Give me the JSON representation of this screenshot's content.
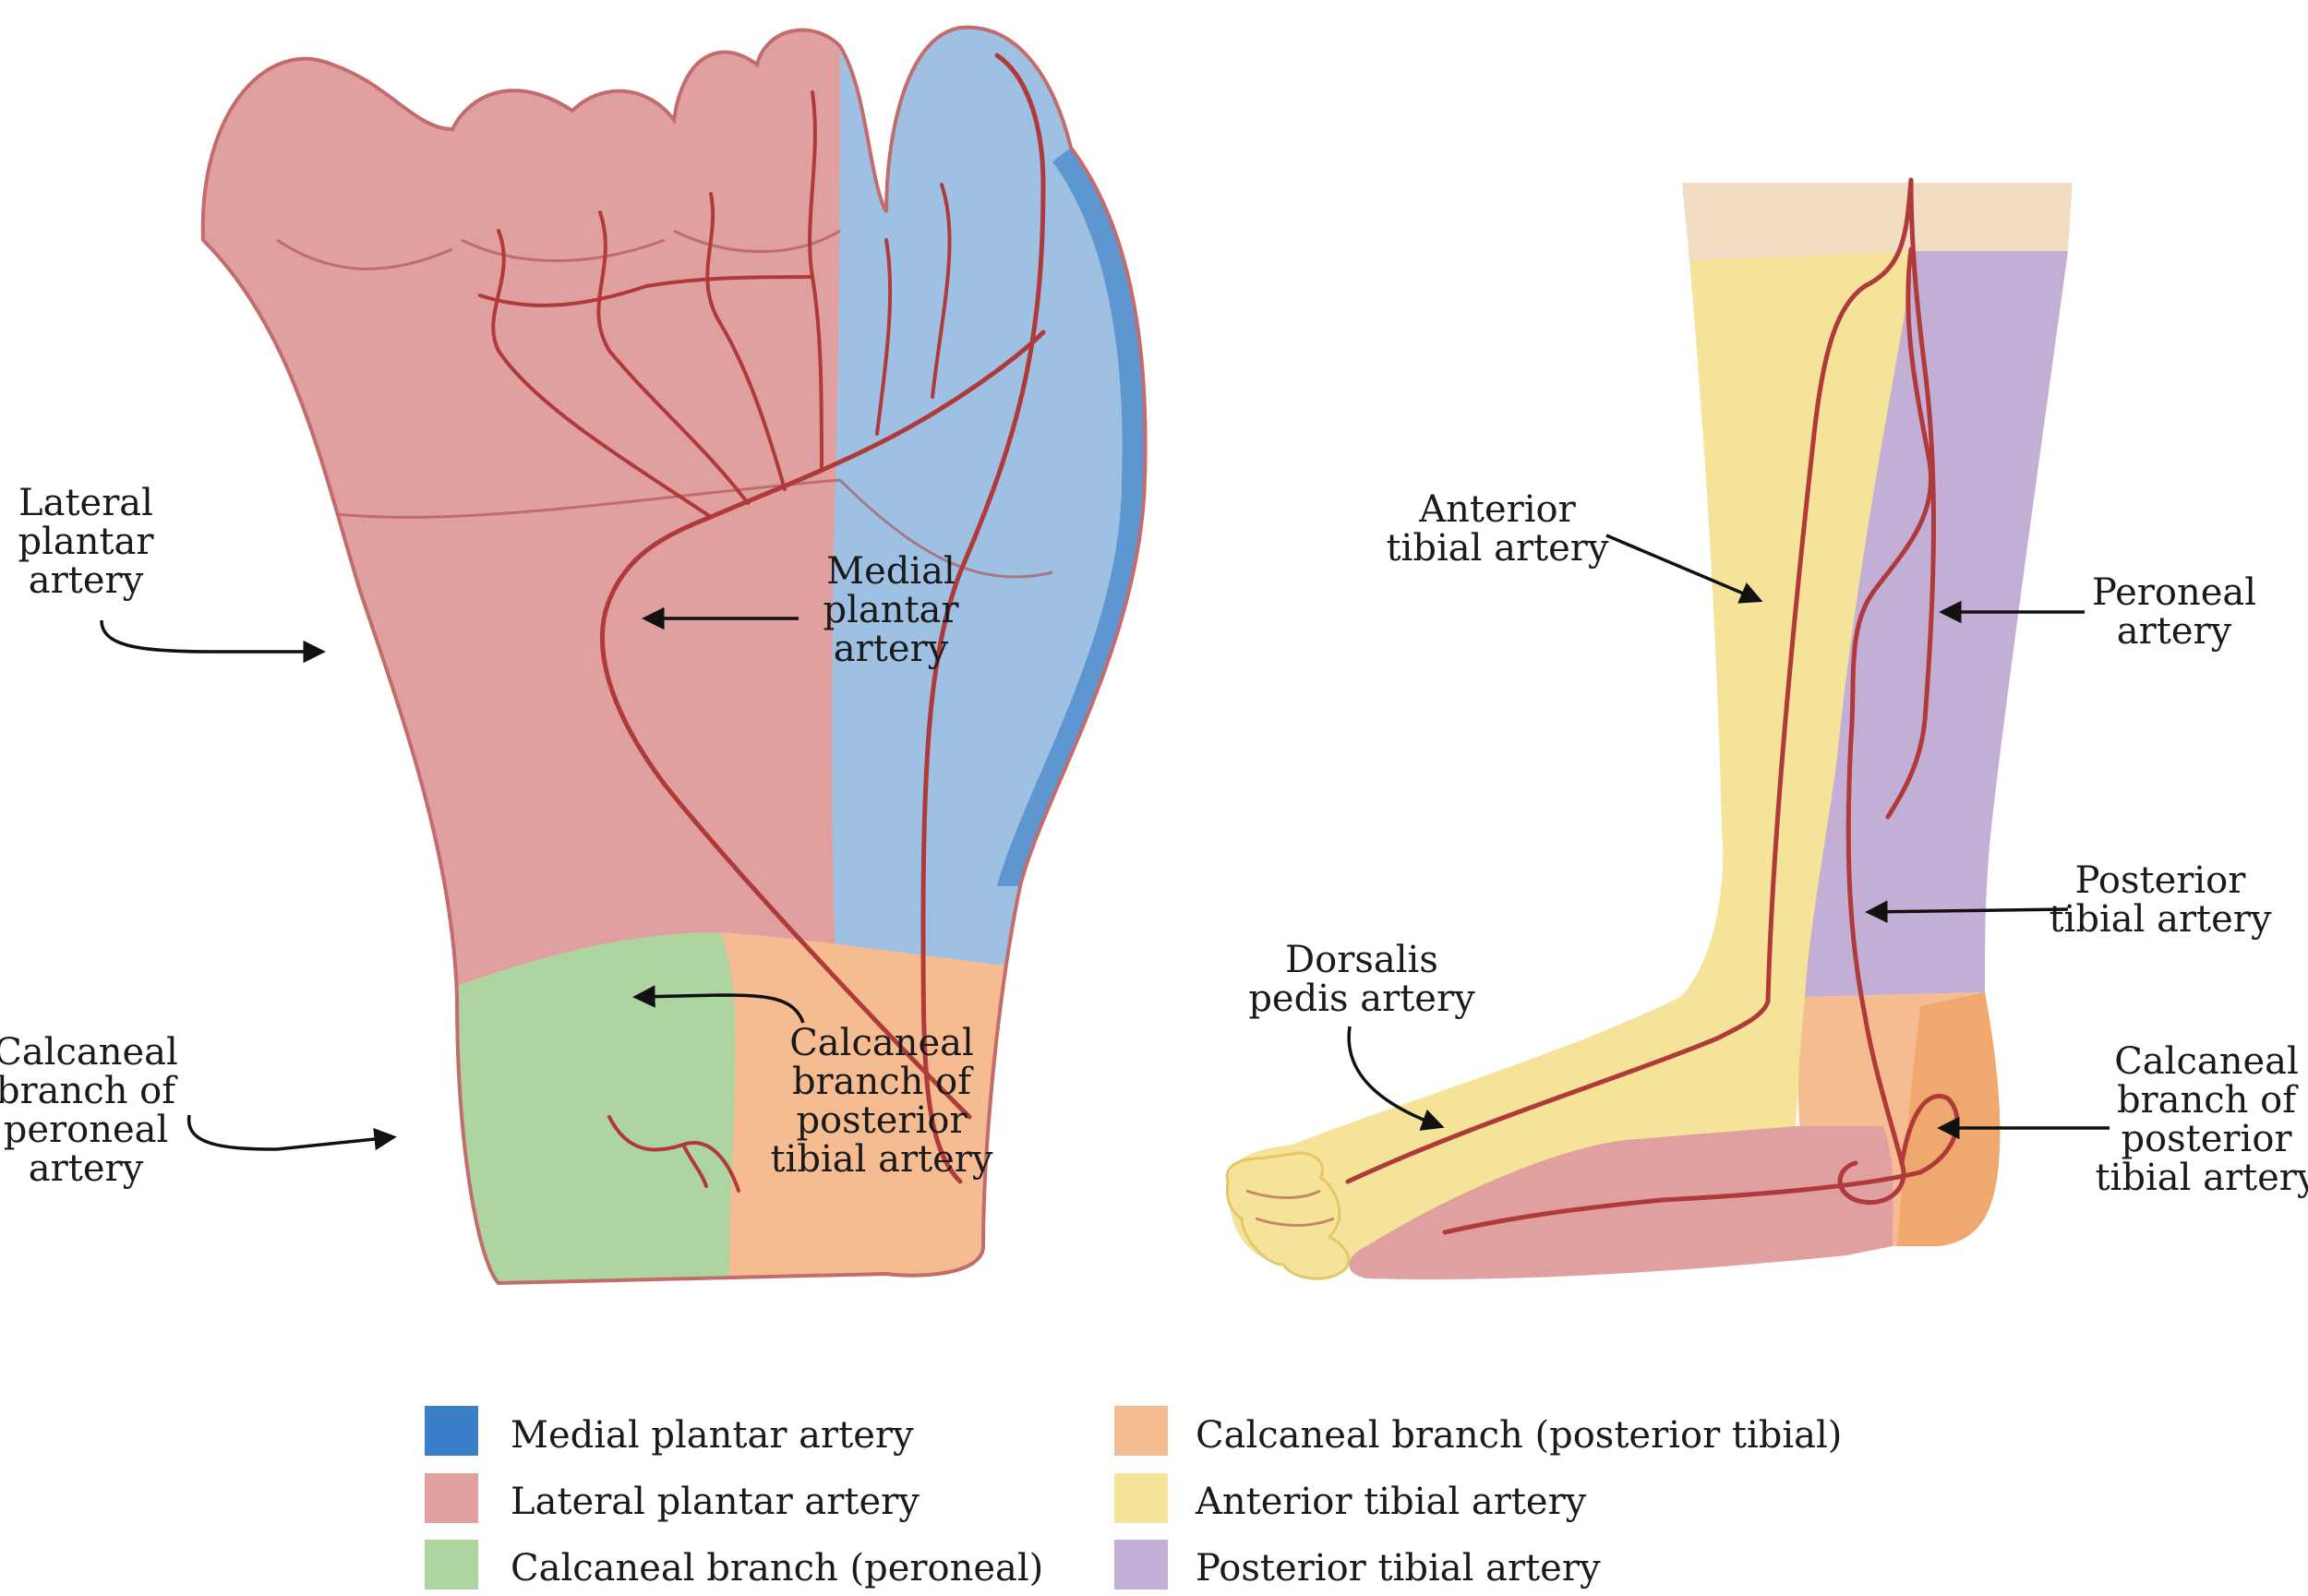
{
  "colors": {
    "medial_plantar": "#3a7fc8",
    "lateral_plantar": "#e0a0a0",
    "calcaneal_peroneal": "#aed5a0",
    "calcaneal_posterior_tibial": "#f5bc92",
    "anterior_tibial": "#f6e39a",
    "posterior_tibial": "#c3afd6",
    "artery": "#b0393a",
    "skin": "#f2dcc4"
  },
  "plantar_view": {
    "labels": {
      "lateral_plantar": [
        "Lateral",
        "plantar",
        "artery"
      ],
      "medial_plantar": [
        "Medial",
        "plantar",
        "artery"
      ],
      "calcaneal_peroneal": [
        "Calcaneal",
        "branch of",
        "peroneal",
        "artery"
      ],
      "calcaneal_posterior_tibial": [
        "Calcaneal",
        "branch of",
        "posterior",
        "tibial artery"
      ]
    }
  },
  "lateral_view": {
    "labels": {
      "anterior_tibial": [
        "Anterior",
        "tibial artery"
      ],
      "peroneal": [
        "Peroneal",
        "artery"
      ],
      "posterior_tibial": [
        "Posterior",
        "tibial artery"
      ],
      "dorsalis_pedis": [
        "Dorsalis",
        "pedis artery"
      ],
      "calcaneal_posterior_tibial": [
        "Calcaneal",
        "branch of",
        "posterior",
        "tibial artery"
      ]
    }
  },
  "legend": [
    {
      "label": "Medial plantar artery",
      "color": "#3a7fc8"
    },
    {
      "label": "Lateral plantar artery",
      "color": "#e0a0a0"
    },
    {
      "label": "Calcaneal branch (peroneal)",
      "color": "#aed5a0"
    },
    {
      "label": "Calcaneal branch (posterior tibial)",
      "color": "#f5bc92"
    },
    {
      "label": "Anterior tibial artery",
      "color": "#f6e39a"
    },
    {
      "label": "Posterior tibial artery",
      "color": "#c3afd6"
    }
  ]
}
